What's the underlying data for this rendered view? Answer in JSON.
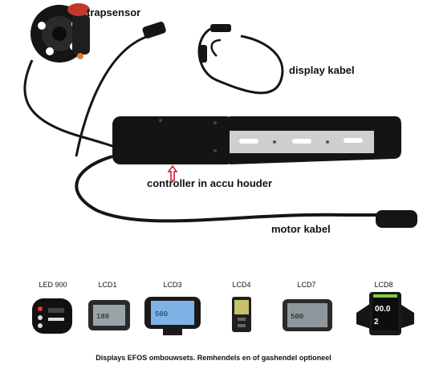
{
  "labels": {
    "trapsensor": "trapsensor",
    "display_kabel": "display kabel",
    "controller": "controller   in   accu houder",
    "motor_kabel": "motor kabel"
  },
  "displays": [
    {
      "label": "LED 900"
    },
    {
      "label": "LCD1"
    },
    {
      "label": "LCD3"
    },
    {
      "label": "LCD4"
    },
    {
      "label": "LCD7"
    },
    {
      "label": "LCD8"
    }
  ],
  "caption": "Displays EFOS ombouwsets.  Remhendels en of gashendel optioneel",
  "colors": {
    "product_black": "#141414",
    "arrow_red": "#c8102e",
    "screen_blue": "#7fb3e6"
  }
}
